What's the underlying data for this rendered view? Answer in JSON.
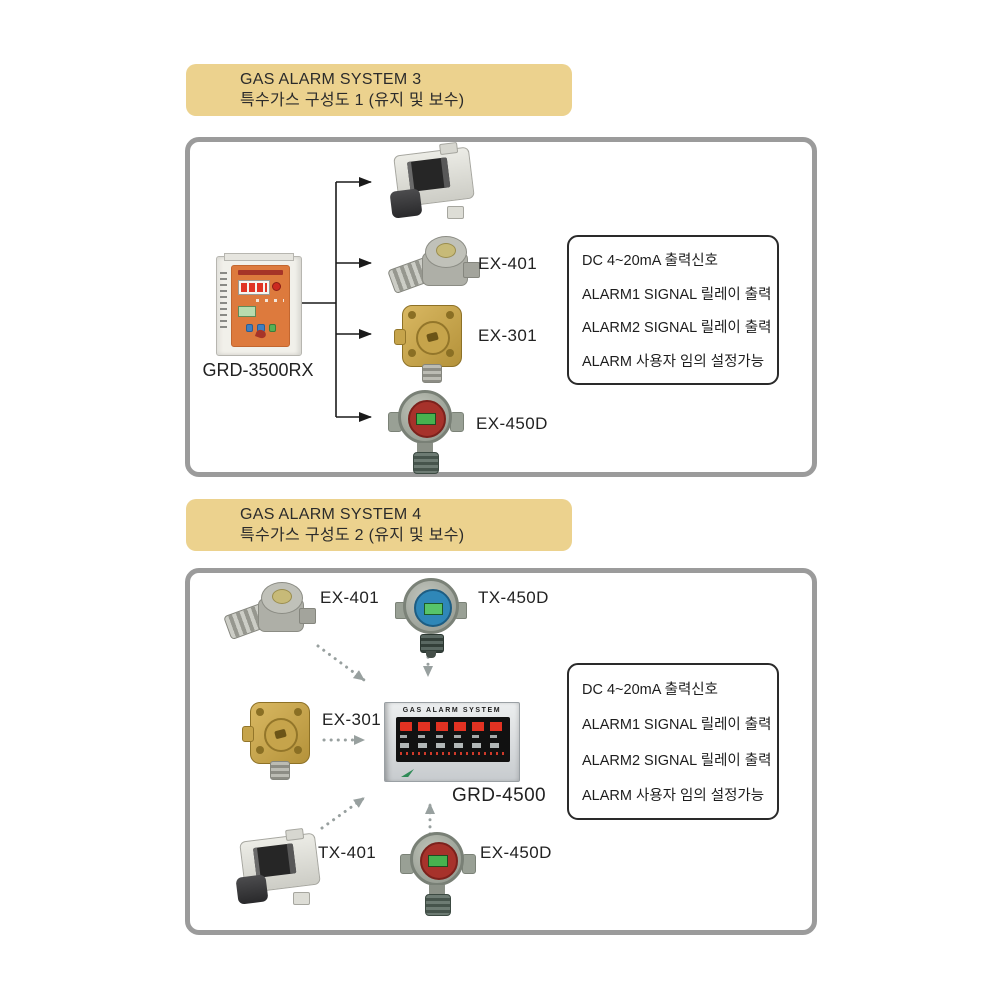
{
  "colors": {
    "header_bg": "#ecd28e",
    "frame_border": "#9b9b9b",
    "specbox_border": "#2a2a2a",
    "solid_arrow": "#1a1a1a",
    "dotted_arrow": "#98a09f",
    "grd3500_panel": "#dd7a3d",
    "grd4500_led": "#e23222"
  },
  "section1": {
    "header": {
      "line1": "GAS ALARM SYSTEM 3",
      "line2": "특수가스 구성도 1 (유지 및 보수)"
    },
    "controller_label": "GRD-3500RX",
    "device_labels": {
      "ex401": "EX-401",
      "ex301": "EX-301",
      "ex450d": "EX-450D"
    },
    "specs": [
      "DC 4~20mA 출력신호",
      "ALARM1 SIGNAL 릴레이 출력",
      "ALARM2 SIGNAL 릴레이 출력",
      "ALARM 사용자 임의 설정가능"
    ]
  },
  "section2": {
    "header": {
      "line1": "GAS ALARM SYSTEM 4",
      "line2": "특수가스 구성도 2 (유지 및 보수)"
    },
    "panel": {
      "title": "GAS ALARM SYSTEM",
      "label": "GRD-4500"
    },
    "device_labels": {
      "ex401": "EX-401",
      "tx450d": "TX-450D",
      "ex301": "EX-301",
      "tx401": "TX-401",
      "ex450d": "EX-450D"
    },
    "specs": [
      "DC 4~20mA 출력신호",
      "ALARM1 SIGNAL 릴레이 출력",
      "ALARM2 SIGNAL 릴레이 출력",
      "ALARM 사용자 임의 설정가능"
    ]
  }
}
